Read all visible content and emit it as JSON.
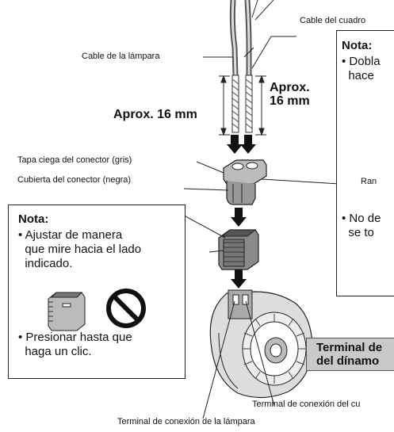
{
  "labels": {
    "cable_cuadro": "Cable del cuadro",
    "cable_lampara": "Cable de la lámpara",
    "aprox_left": "Aprox. 16 mm",
    "aprox_right_1": "Aprox.",
    "aprox_right_2": "16 mm",
    "tapa_ciega": "Tapa ciega del conector (gris)",
    "cubierta": "Cubierta del conector (negra)",
    "terminal_cuadro": "Terminal de conexión del cu",
    "terminal_lampara": "Terminal de conexión de la lámpara",
    "ran": "Ran"
  },
  "note_left": {
    "title": "Nota:",
    "bullet1_lines": [
      "• Ajustar de manera",
      "  que mire hacia el lado",
      "  indicado."
    ],
    "bullet2_lines": [
      "• Presionar hasta que",
      "  haga un clic."
    ]
  },
  "note_right": {
    "title": "Nota:",
    "bullet1_lines": [
      "• Dobla",
      "  hace"
    ],
    "bullet2_lines": [
      "• No de",
      "  se to"
    ]
  },
  "terminal_box": {
    "line1": "Terminal de",
    "line2": "del dínamo"
  }
}
